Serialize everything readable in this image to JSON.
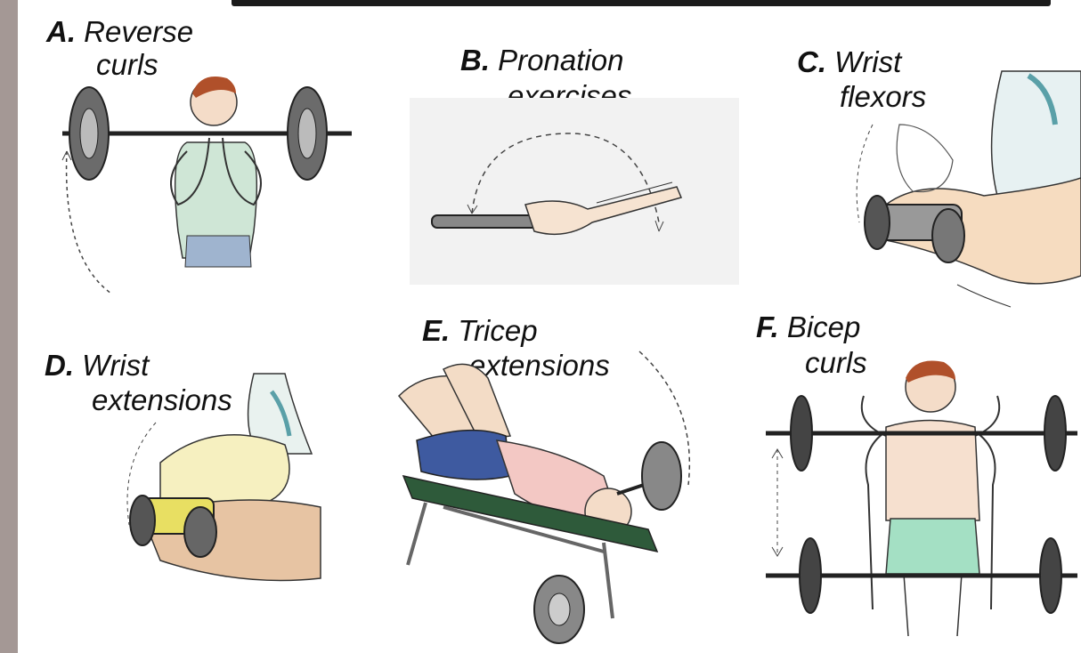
{
  "colors": {
    "strip": "#a49895",
    "ink": "#1b1b1b",
    "skin": "#f1d6bf",
    "shirt": "#b9d8c9",
    "shorts": "#3e5aa0",
    "bench": "#2e5a3a"
  },
  "panels": [
    {
      "letter": "A.",
      "line1": "Reverse",
      "line2": "curls",
      "icon": "reverse-curls-illustration"
    },
    {
      "letter": "B.",
      "line1": "Pronation",
      "line2": "exercises",
      "icon": "pronation-illustration"
    },
    {
      "letter": "C.",
      "line1": "Wrist",
      "line2": "flexors",
      "icon": "wrist-flexors-illustration"
    },
    {
      "letter": "D.",
      "line1": "Wrist",
      "line2": "extensions",
      "icon": "wrist-extensions-illustration"
    },
    {
      "letter": "E.",
      "line1": "Tricep",
      "line2": "extensions",
      "icon": "tricep-extensions-illustration"
    },
    {
      "letter": "F.",
      "line1": "Bicep",
      "line2": "curls",
      "icon": "bicep-curls-illustration"
    }
  ]
}
